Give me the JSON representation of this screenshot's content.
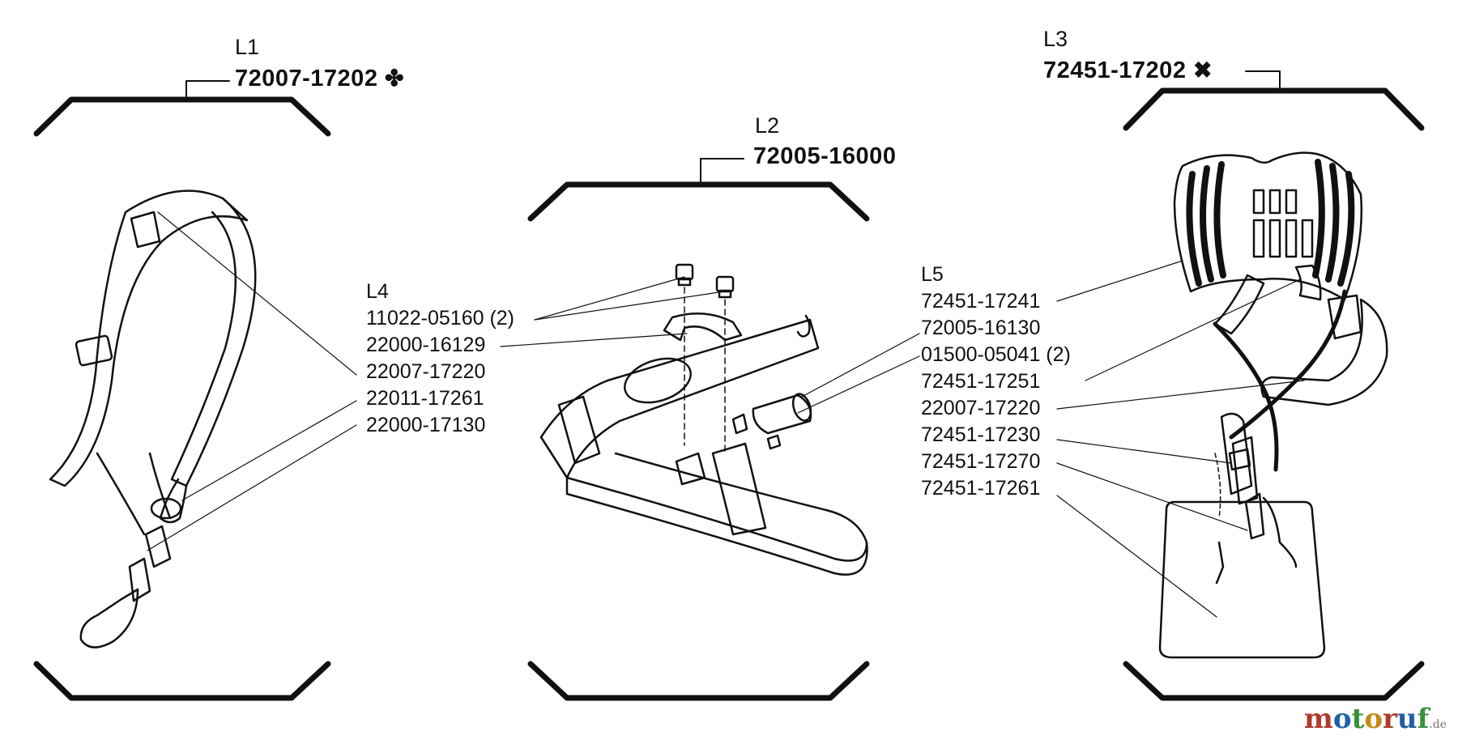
{
  "kits": {
    "l1": {
      "tag": "L1",
      "code": "72007-17202",
      "symbol": "✤"
    },
    "l2": {
      "tag": "L2",
      "code": "72005-16000"
    },
    "l3": {
      "tag": "L3",
      "code": "72451-17202",
      "symbol": "✖"
    }
  },
  "lists": {
    "l4": {
      "tag": "L4",
      "parts": [
        "11022-05160 (2)",
        "22000-16129",
        "22007-17220",
        "22011-17261",
        "22000-17130"
      ]
    },
    "l5": {
      "tag": "L5",
      "parts": [
        "72451-17241",
        "72005-16130",
        "01500-05041 (2)",
        "72451-17251",
        "22007-17220",
        "72451-17230",
        "72451-17270",
        "72451-17261"
      ]
    }
  },
  "watermark": {
    "brand": "motoruf",
    "suffix": ".de",
    "colors": [
      "#b03a2e",
      "#1f5fa8",
      "#3a8f3a",
      "#c48a12"
    ]
  }
}
